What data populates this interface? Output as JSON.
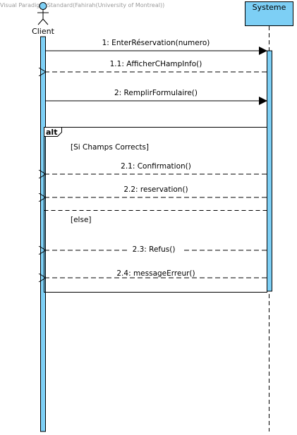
{
  "watermark": "Visual Paradigm Standard(Fahirah(University of Montreal))",
  "participants": {
    "actor": {
      "name": "Client",
      "icon": "stick-figure-actor-icon"
    },
    "system": {
      "name": "Systeme"
    }
  },
  "messages": [
    {
      "id": "1",
      "label": "1: EnterRéservation(numero)",
      "kind": "sync"
    },
    {
      "id": "1.1",
      "label": "1.1: AfficherCHampInfo()",
      "kind": "return"
    },
    {
      "id": "2",
      "label": "2: RemplirFormulaire()",
      "kind": "sync"
    },
    {
      "id": "2.1",
      "label": "2.1: Confirmation()",
      "kind": "return"
    },
    {
      "id": "2.2",
      "label": "2.2: reservation()",
      "kind": "return"
    },
    {
      "id": "2.3",
      "label": "2.3: Refus()",
      "kind": "return"
    },
    {
      "id": "2.4",
      "label": "2.4: messageErreur()",
      "kind": "return"
    }
  ],
  "alt_frame": {
    "tag": "alt",
    "guards": [
      "[Si Champs Corrects]",
      "[else]"
    ]
  },
  "colors": {
    "activation": "#7dcff5",
    "system_box": "#7dcff5",
    "line": "#000000",
    "watermark": "#9a9a9a"
  }
}
